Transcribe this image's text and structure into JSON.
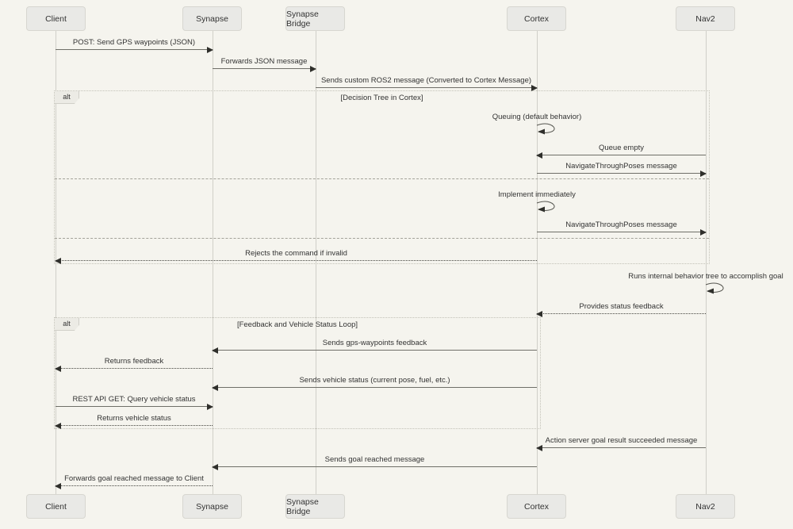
{
  "diagram_type": "uml-sequence",
  "actors": [
    {
      "name": "Client"
    },
    {
      "name": "Synapse"
    },
    {
      "name": "Synapse Bridge"
    },
    {
      "name": "Cortex"
    },
    {
      "name": "Nav2"
    }
  ],
  "frames": [
    {
      "operator": "alt",
      "guard": "[Decision Tree in Cortex]"
    },
    {
      "operator": "alt",
      "guard": "[Feedback and Vehicle Status Loop]"
    }
  ],
  "messages": [
    {
      "from": "Client",
      "to": "Synapse",
      "label": "POST: Send GPS waypoints (JSON)",
      "style": "solid"
    },
    {
      "from": "Synapse",
      "to": "Synapse Bridge",
      "label": "Forwards JSON message",
      "style": "solid"
    },
    {
      "from": "Synapse Bridge",
      "to": "Cortex",
      "label": "Sends custom ROS2 message (Converted to Cortex Message)",
      "style": "solid"
    },
    {
      "from": "Cortex",
      "to": "Cortex",
      "label": "Queuing (default behavior)",
      "style": "self"
    },
    {
      "from": "Nav2",
      "to": "Cortex",
      "label": "Queue empty",
      "style": "solid"
    },
    {
      "from": "Cortex",
      "to": "Nav2",
      "label": "NavigateThroughPoses message",
      "style": "solid"
    },
    {
      "from": "Cortex",
      "to": "Cortex",
      "label": "Implement immediately",
      "style": "self"
    },
    {
      "from": "Cortex",
      "to": "Nav2",
      "label": "NavigateThroughPoses message",
      "style": "solid"
    },
    {
      "from": "Cortex",
      "to": "Client",
      "label": "Rejects the command if invalid",
      "style": "dotted"
    },
    {
      "from": "Nav2",
      "to": "Nav2",
      "label": "Runs internal behavior tree to accomplish goal",
      "style": "self"
    },
    {
      "from": "Nav2",
      "to": "Cortex",
      "label": "Provides status feedback",
      "style": "dotted"
    },
    {
      "from": "Cortex",
      "to": "Synapse",
      "label": "Sends gps-waypoints feedback",
      "style": "solid"
    },
    {
      "from": "Synapse",
      "to": "Client",
      "label": "Returns feedback",
      "style": "dotted"
    },
    {
      "from": "Cortex",
      "to": "Synapse",
      "label": "Sends vehicle status (current pose, fuel, etc.)",
      "style": "solid"
    },
    {
      "from": "Client",
      "to": "Synapse",
      "label": "REST API GET: Query vehicle status",
      "style": "solid"
    },
    {
      "from": "Synapse",
      "to": "Client",
      "label": "Returns vehicle status",
      "style": "dotted"
    },
    {
      "from": "Nav2",
      "to": "Cortex",
      "label": "Action server goal result succeeded message",
      "style": "solid"
    },
    {
      "from": "Cortex",
      "to": "Synapse",
      "label": "Sends goal reached message",
      "style": "solid"
    },
    {
      "from": "Synapse",
      "to": "Client",
      "label": "Forwards goal reached message to Client",
      "style": "dotted"
    }
  ],
  "colors": {
    "background": "#f5f4ee",
    "actor_fill": "#e9e9e6",
    "actor_border": "#d7d6d0",
    "lifeline": "#d0cfc8",
    "message_line": "#6f6f68",
    "arrowhead": "#2f2f2b",
    "frame_border": "#c2c1b7",
    "text": "#333333"
  }
}
